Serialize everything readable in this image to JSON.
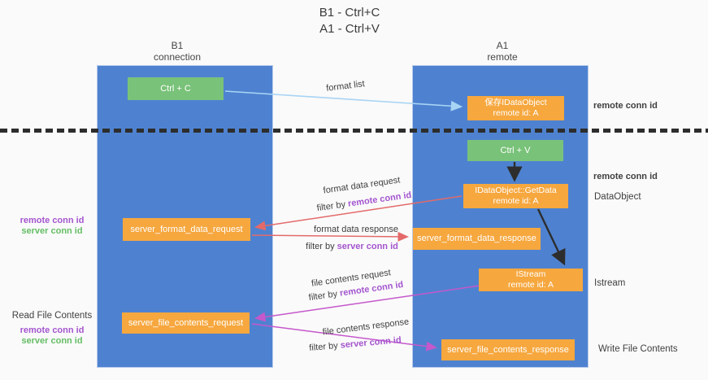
{
  "title": {
    "line1": "B1 - Ctrl+C",
    "line2": "A1 - Ctrl+V"
  },
  "lanes": {
    "left": {
      "name": "B1",
      "role": "connection"
    },
    "right": {
      "name": "A1",
      "role": "remote"
    }
  },
  "nodes": {
    "ctrl_c": {
      "label": "Ctrl + C"
    },
    "save_dataobject": {
      "line1": "保存IDataObject",
      "line2": "remote id: A"
    },
    "ctrl_v": {
      "label": "Ctrl + V"
    },
    "getdata": {
      "line1": "IDataObject::GetData",
      "line2": "remote id: A"
    },
    "format_request": {
      "label": "server_format_data_request"
    },
    "format_response": {
      "label": "server_format_data_response"
    },
    "istream": {
      "line1": "IStream",
      "line2": "remote id: A"
    },
    "file_request": {
      "label": "server_file_contents_request"
    },
    "file_response": {
      "label": "server_file_contents_response"
    }
  },
  "flow_labels": {
    "format_list": "format list",
    "format_data_request": "format data request",
    "format_data_response": "format data response",
    "file_contents_request": "file contents request",
    "file_contents_response": "file contents response",
    "filter_by": "filter by",
    "remote_conn_id": "remote conn id",
    "server_conn_id": "server conn id"
  },
  "side_labels": {
    "right_remote_conn_id_top": "remote conn id",
    "right_remote_conn_id_mid": "remote conn id",
    "dataobject": "DataObject",
    "istream": "Istream",
    "write_file_contents": "Write File Contents",
    "read_file_contents": "Read File Contents",
    "left_remote_conn_id_top": "remote conn id",
    "left_server_conn_id_top": "server conn id",
    "left_remote_conn_id_bottom": "remote conn id",
    "left_server_conn_id_bottom": "server conn id"
  },
  "colors": {
    "lane_blue": "#4e82d0",
    "node_green": "#79c279",
    "node_orange": "#f6a73e",
    "arrow_light_blue": "#a8d4f4",
    "arrow_red": "#e46a6a",
    "arrow_magenta": "#c558cb",
    "arrow_black": "#2d2d2d",
    "text_purple": "#a455cf",
    "text_green": "#65bd65"
  }
}
